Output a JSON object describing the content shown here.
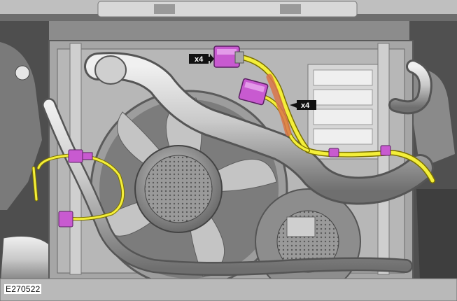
{
  "figure": {
    "id_label": "E270522"
  },
  "callouts": [
    {
      "label": "x4",
      "points_to": "upper-connector"
    },
    {
      "label": "x4",
      "points_to": "lower-connector"
    }
  ],
  "colors": {
    "harness": "#f4ef3a",
    "connector": "#c85ad0",
    "background": "#ffffff",
    "metal_light": "#d9d9d9",
    "metal_mid": "#a9a9a9",
    "metal_dark": "#5e5e5e",
    "callout_fill": "#111111"
  }
}
